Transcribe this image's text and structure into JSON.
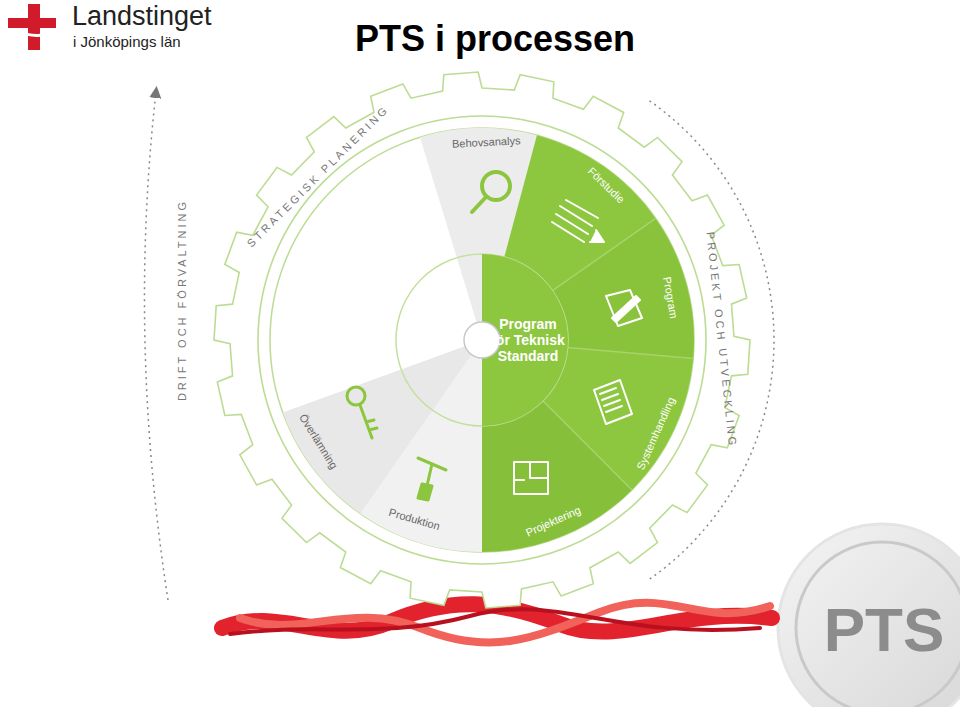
{
  "diagram": {
    "title": "PTS i processen",
    "nodes": [
      {
        "text": [
          "Program för Teknisk Standard"
        ]
      },
      {
        "text": [
          "Behovsanalys"
        ]
      },
      {
        "text": [
          "Förstudie"
        ]
      },
      {
        "text": [
          "Program"
        ]
      },
      {
        "text": [
          "Systemhandling"
        ]
      },
      {
        "text": [
          "Projektering"
        ]
      },
      {
        "text": [
          "Produktion"
        ]
      },
      {
        "text": [
          "Överlämning"
        ]
      }
    ],
    "labels": [
      "Landstinget",
      "i Jönköpings län",
      "STRATEGISK PLANERING",
      "PROJEKT OCH UTVECKLING",
      "DRIFT OCH FÖRVALTNING",
      "PTS"
    ]
  }
}
